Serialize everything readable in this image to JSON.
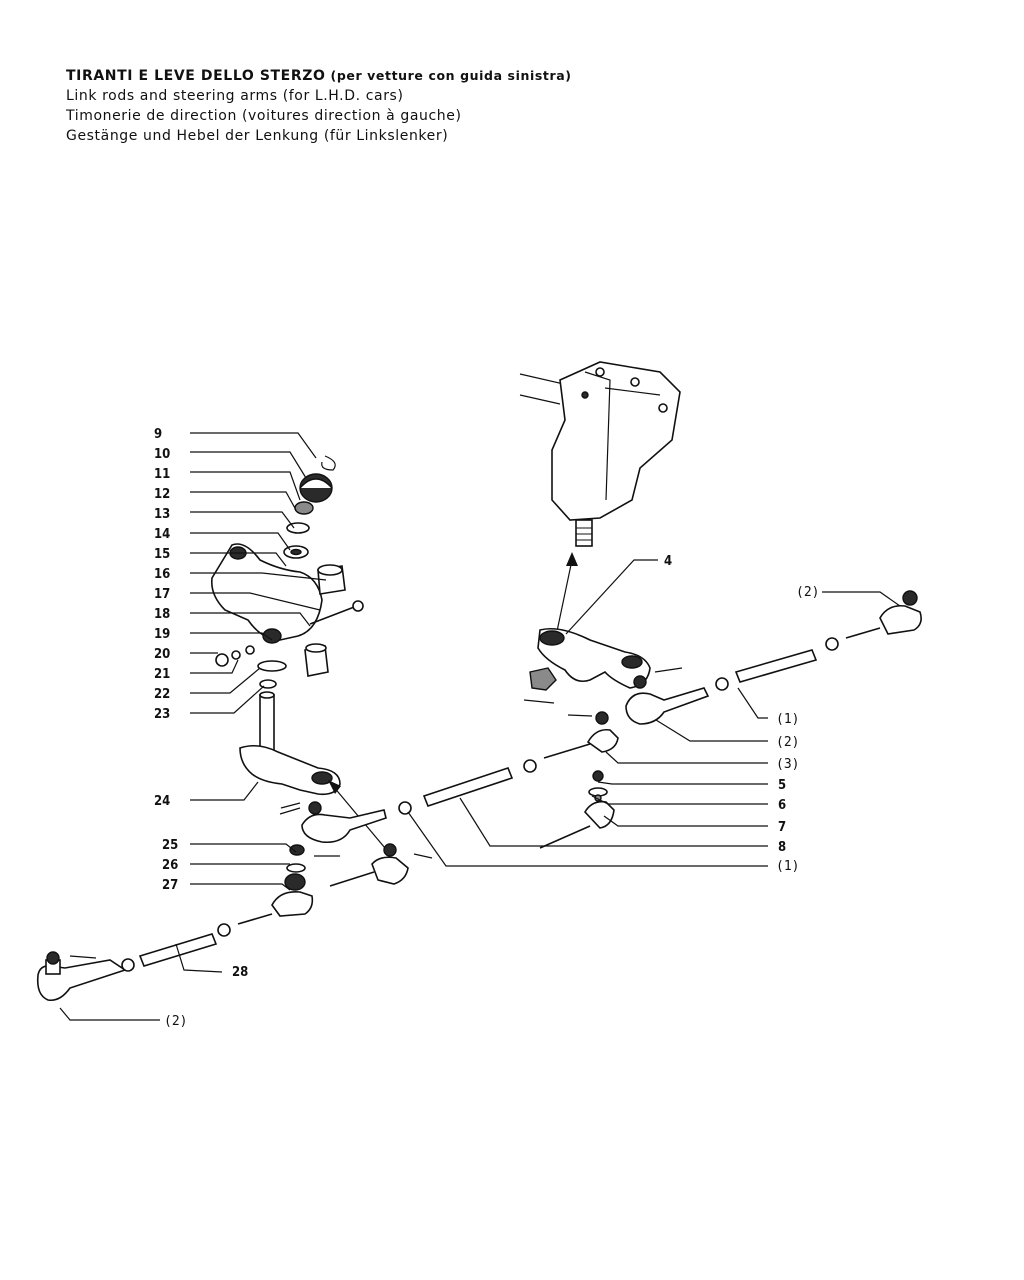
{
  "title": {
    "it_main": "TIRANTI E LEVE DELLO STERZO",
    "it_sub": "(per vetture con guida sinistra)",
    "en": "Link rods and steering arms (for L.H.D. cars)",
    "fr": "Timonerie de direction (voitures direction à gauche)",
    "de": "Gestänge und Hebel der Lenkung (für Linkslenker)"
  },
  "callouts": {
    "l9": "9",
    "l10": "10",
    "l11": "11",
    "l12": "12",
    "l13": "13",
    "l14": "14",
    "l15": "15",
    "l16": "16",
    "l17": "17",
    "l18": "18",
    "l19": "19",
    "l20": "20",
    "l21": "21",
    "l22": "22",
    "l23": "23",
    "l24": "24",
    "l25": "25",
    "l26": "26",
    "l27": "27",
    "l28": "28",
    "l4": "4",
    "l5": "5",
    "l6": "6",
    "l7": "7",
    "l8": "8",
    "r1a": "(1)",
    "r2a": "(2)",
    "r3": "(3)",
    "r1b": "(1)",
    "r2top": "(2)",
    "r2bottom": "(2)"
  }
}
